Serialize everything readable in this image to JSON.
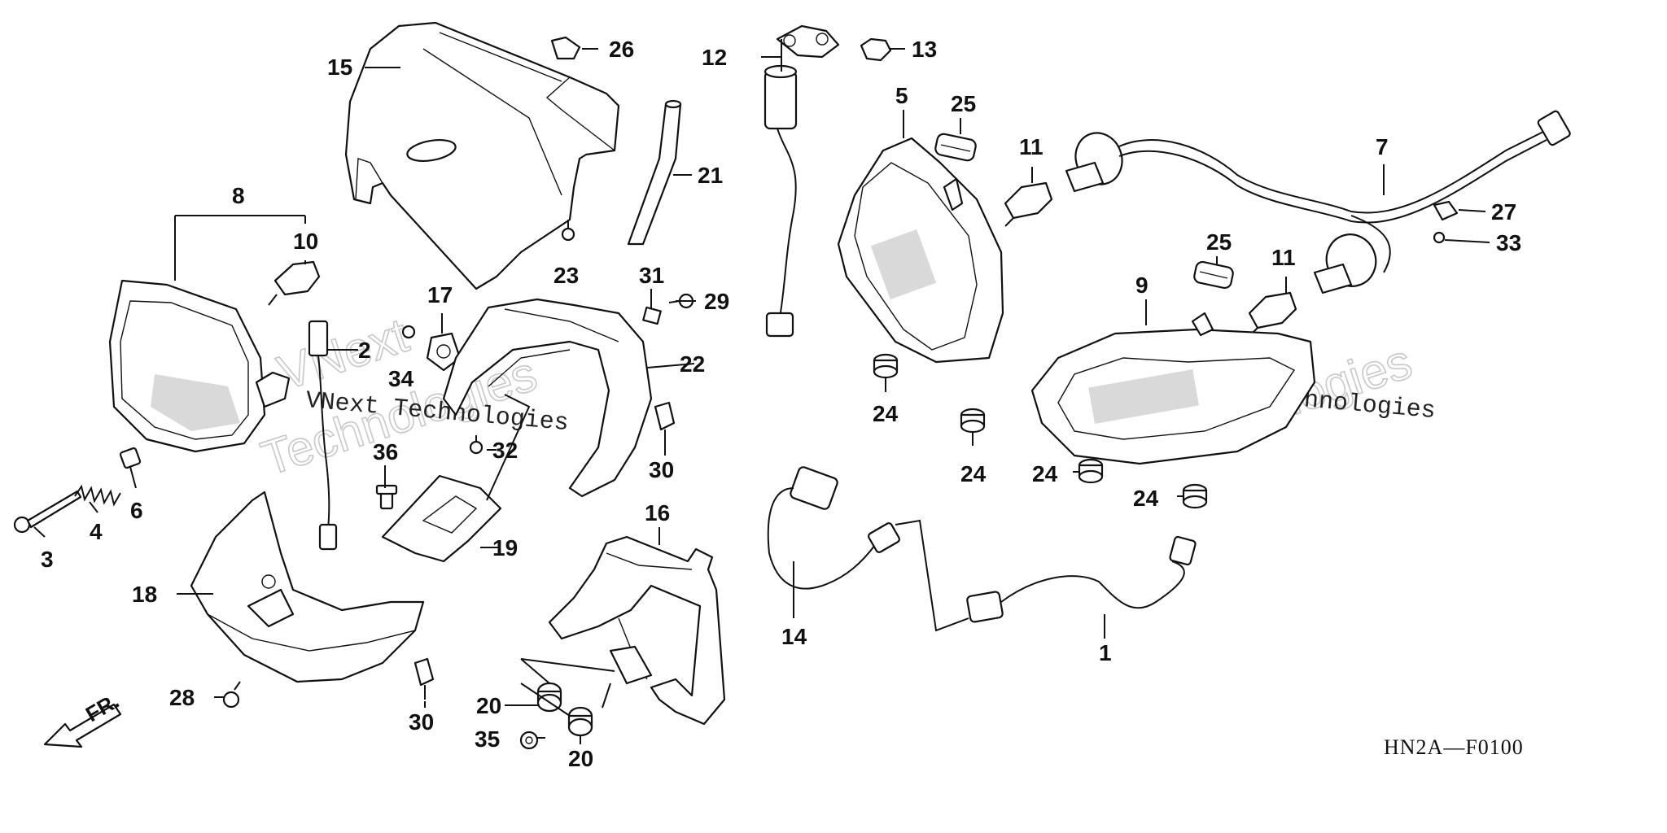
{
  "diagram": {
    "code": "HN2A—F0100",
    "front_label": "FR.",
    "watermarks": {
      "line1": "VNext Technologies",
      "line2": "Technologies",
      "line3": "VNext"
    },
    "labels": [
      "1",
      "2",
      "3",
      "4",
      "5",
      "6",
      "7",
      "8",
      "9",
      "10",
      "11",
      "11",
      "12",
      "13",
      "14",
      "15",
      "16",
      "17",
      "18",
      "19",
      "20",
      "20",
      "21",
      "22",
      "23",
      "24",
      "24",
      "24",
      "24",
      "25",
      "25",
      "26",
      "27",
      "28",
      "29",
      "30",
      "30",
      "31",
      "32",
      "33",
      "34",
      "35",
      "36"
    ]
  }
}
